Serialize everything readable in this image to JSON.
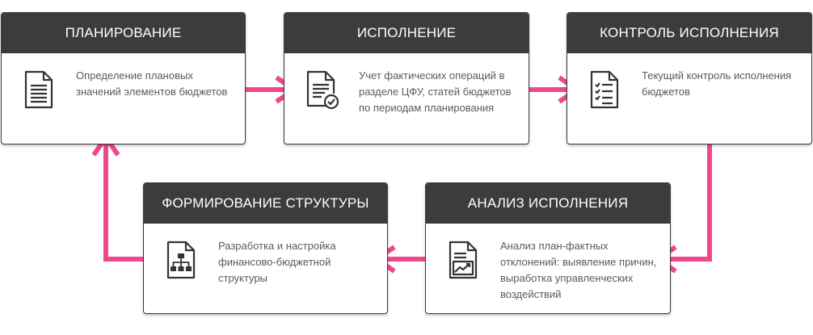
{
  "colors": {
    "header_bg": "#3c3c3c",
    "arrow": "#f0488e",
    "text": "#5a5a5a"
  },
  "steps": [
    {
      "title": "ПЛАНИРОВАНИЕ",
      "description": "Определение плановых значений элементов бюджетов",
      "icon": "document-icon"
    },
    {
      "title": "ИСПОЛНЕНИЕ",
      "description": "Учет фактических операций в разделе ЦФУ, статей бюджетов по периодам планирования",
      "icon": "document-check-icon"
    },
    {
      "title": "КОНТРОЛЬ ИСПОЛНЕНИЯ",
      "description": "Текущий контроль исполнения бюджетов",
      "icon": "checklist-icon"
    },
    {
      "title": "АНАЛИЗ ИСПОЛНЕНИЯ",
      "description": "Анализ план-фактных отклонений: выявление причин, выработка управленческих воздействий",
      "icon": "chart-document-icon"
    },
    {
      "title": "ФОРМИРОВАНИЕ СТРУКТУРЫ",
      "description": "Разработка и настройка финансово-бюджетной структуры",
      "icon": "org-structure-document-icon"
    }
  ]
}
